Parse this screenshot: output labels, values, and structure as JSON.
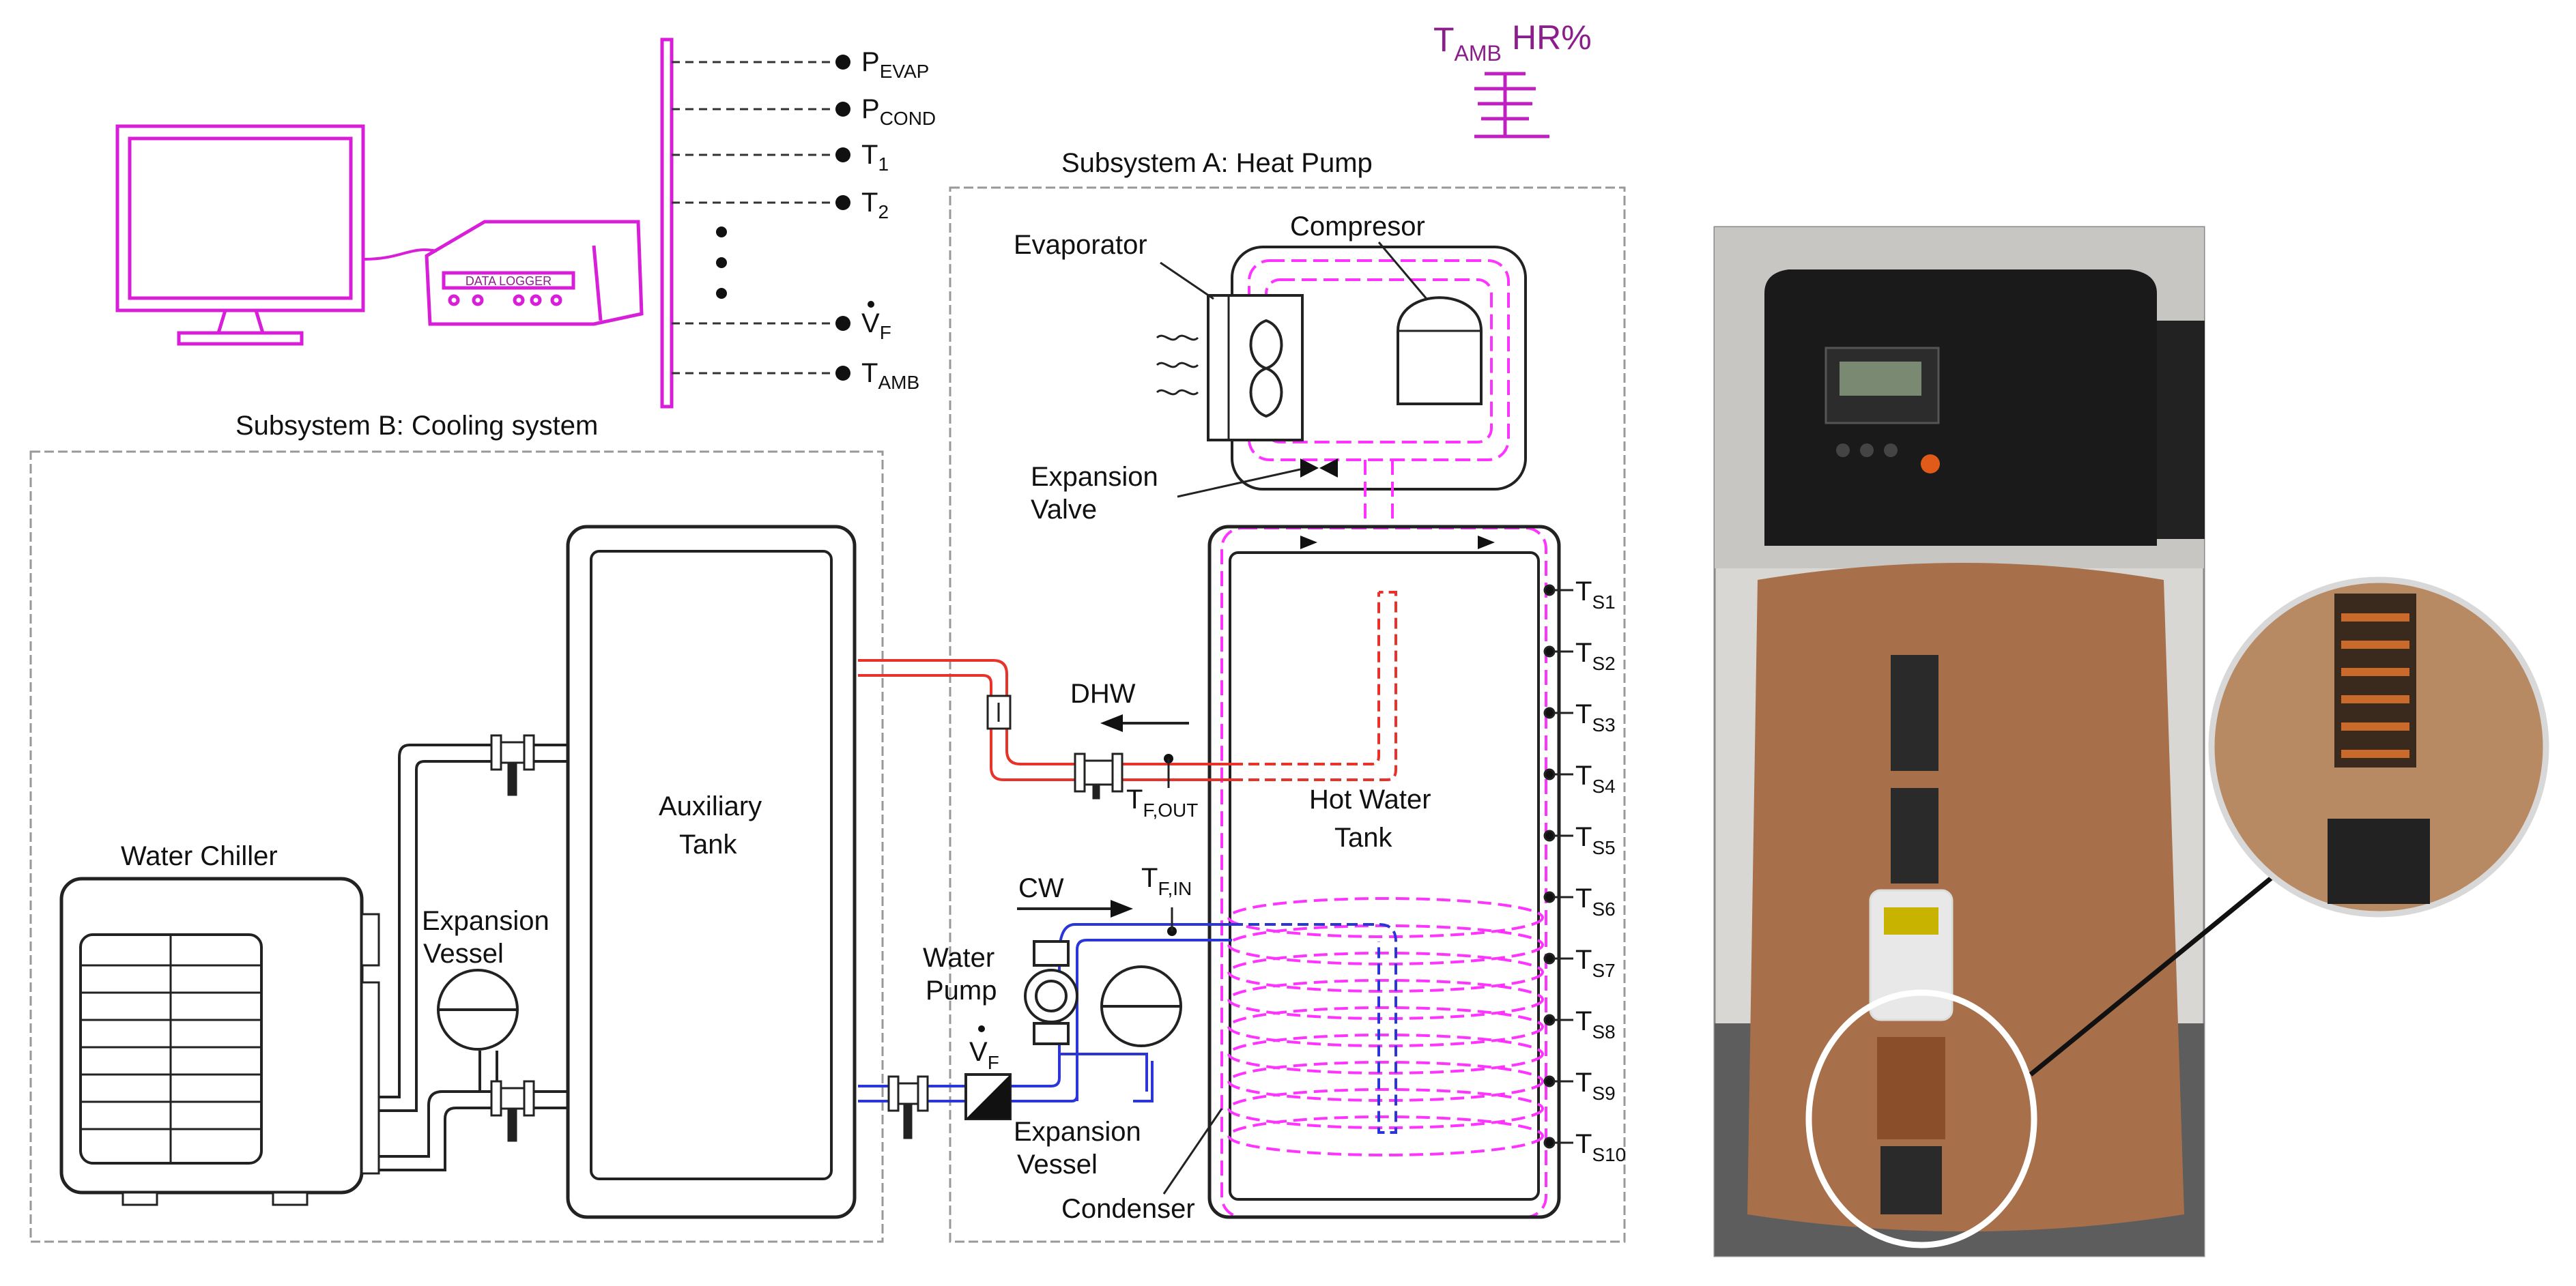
{
  "subsystems": {
    "heat_pump": "Subsystem A: Heat Pump",
    "cooling": "Subsystem B: Cooling system"
  },
  "ambient": {
    "t_main": "T",
    "t_sub": "AMB",
    "hr": "HR%"
  },
  "logger": {
    "label": "DATA LOGGER"
  },
  "signals": [
    {
      "main": "P",
      "sub": "EVAP"
    },
    {
      "main": "P",
      "sub": "COND"
    },
    {
      "main": "T",
      "sub": "1"
    },
    {
      "main": "T",
      "sub": "2"
    },
    {
      "main": "V",
      "sub": "F"
    },
    {
      "main": "T",
      "sub": "AMB"
    }
  ],
  "components": {
    "evaporator": "Evaporator",
    "compressor": "Compresor",
    "expansion_valve_1": "Expansion",
    "expansion_valve_2": "Valve",
    "dhw": "DHW",
    "t_f_out_main": "T",
    "t_f_out_sub": "F,OUT",
    "hot_water_tank_1": "Hot Water",
    "hot_water_tank_2": "Tank",
    "cw": "CW",
    "t_f_in_main": "T",
    "t_f_in_sub": "F,IN",
    "water_pump_1": "Water",
    "water_pump_2": "Pump",
    "vf_main": "V",
    "vf_sub": "F",
    "expansion_vessel_hp_1": "Expansion",
    "expansion_vessel_hp_2": "Vessel",
    "condenser": "Condenser",
    "auxiliary_tank_1": "Auxiliary",
    "auxiliary_tank_2": "Tank",
    "water_chiller": "Water Chiller",
    "expansion_vessel_cs_1": "Expansion",
    "expansion_vessel_cs_2": "Vessel"
  },
  "sensors": [
    {
      "main": "T",
      "sub": "S1"
    },
    {
      "main": "T",
      "sub": "S2"
    },
    {
      "main": "T",
      "sub": "S3"
    },
    {
      "main": "T",
      "sub": "S4"
    },
    {
      "main": "T",
      "sub": "S5"
    },
    {
      "main": "T",
      "sub": "S6"
    },
    {
      "main": "T",
      "sub": "S7"
    },
    {
      "main": "T",
      "sub": "S8"
    },
    {
      "main": "T",
      "sub": "S9"
    },
    {
      "main": "T",
      "sub": "S10"
    }
  ],
  "colors": {
    "refrigerant": "#ff33ff",
    "instrument": "#d81ed8",
    "hot_water": "#e8322a",
    "cold_water": "#2b36d9",
    "label_magenta": "#8a1e8a"
  }
}
